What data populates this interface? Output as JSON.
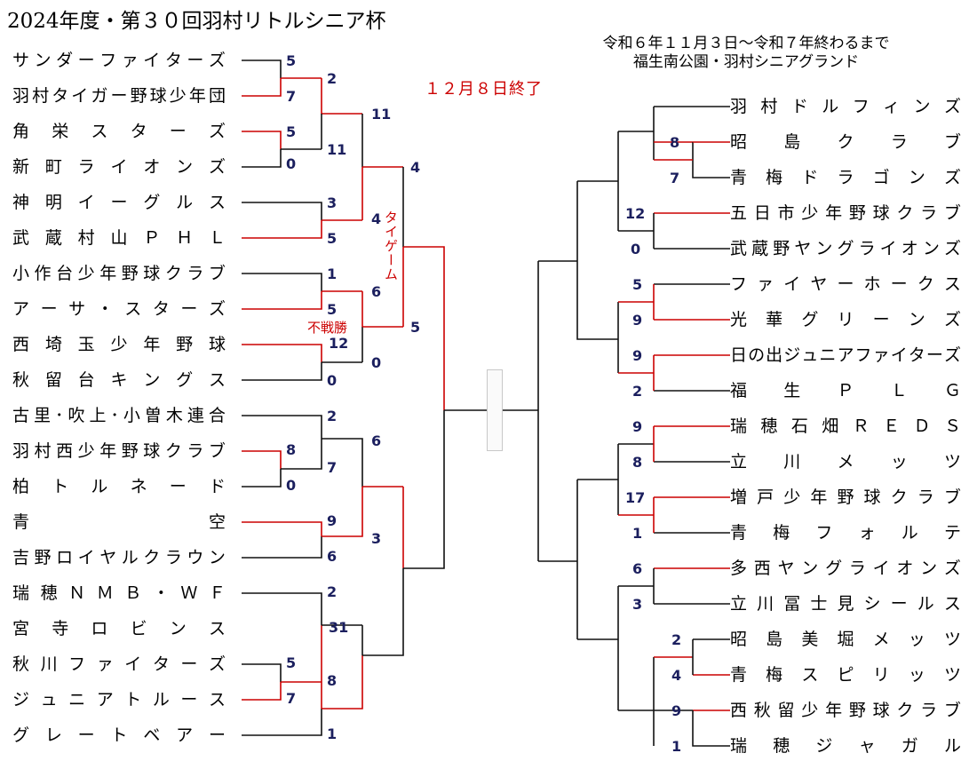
{
  "title": "2024年度・第３０回羽村リトルシニア杯",
  "dates": "令和６年１１月３日～令和７年終わるまで",
  "venue": "福生南公園・羽村シニアグランド",
  "status": "１２月８日終了",
  "notes": {
    "tiegame": "タイゲーム",
    "forfeit": "不戦勝"
  },
  "colors": {
    "line": "#111111",
    "win": "#cc0000",
    "score": "#1b1f5e"
  },
  "left_teams": [
    "サンダーファイターズ",
    "羽村タイガー野球少年団",
    "角栄スターズ",
    "新町ライオンズ",
    "神明イーグルス",
    "武蔵村山ＰＨＬ",
    "小作台少年野球クラブ",
    "アーサ・スターズ",
    "西埼玉少年野球",
    "秋留台キングス",
    "古里･吹上･小曽木連合",
    "羽村西少年野球クラブ",
    "柏トルネード",
    "青空",
    "吉野ロイヤルクラウン",
    "瑞穂ＮＭＢ・ＷＦ",
    "宮寺ロビンス",
    "秋川ファイターズ",
    "ジュニアトルース",
    "グレートベアー"
  ],
  "right_teams": [
    "羽村ドルフィンズ",
    "昭島クラブ",
    "青梅ドラゴンズ",
    "五日市少年野球クラブ",
    "武蔵野ヤングライオンズ",
    "ファイヤーホークス",
    "光華グリーンズ",
    "日の出ジュニアファイターズ",
    "福生ＰＬＧ",
    "瑞穂石畑ＲＥＤＳ",
    "立川メッツ",
    "増戸少年野球クラブ",
    "青梅フォルテ",
    "多西ヤングライオンズ",
    "立川冨士見シールス",
    "昭島美堀メッツ",
    "青梅スピリッツ",
    "西秋留少年野球クラブ",
    "瑞穂ジャガル"
  ],
  "scores": [
    {
      "t": "5"
    },
    {
      "t": "7"
    },
    {
      "t": "2"
    },
    {
      "t": "11"
    },
    {
      "t": "0"
    },
    {
      "t": "5"
    },
    {
      "t": "11"
    },
    {
      "t": "4"
    },
    {
      "t": "3"
    },
    {
      "t": "5"
    },
    {
      "t": "4"
    },
    {
      "t": "1"
    },
    {
      "t": "5"
    },
    {
      "t": "6"
    },
    {
      "t": "12"
    },
    {
      "t": "0"
    },
    {
      "t": "0"
    },
    {
      "t": "5"
    },
    {
      "t": "2"
    },
    {
      "t": "8"
    },
    {
      "t": "0"
    },
    {
      "t": "7"
    },
    {
      "t": "6"
    },
    {
      "t": "9"
    },
    {
      "t": "6"
    },
    {
      "t": "3"
    },
    {
      "t": "2"
    },
    {
      "t": "31"
    },
    {
      "t": "5"
    },
    {
      "t": "7"
    },
    {
      "t": "8"
    },
    {
      "t": "1"
    },
    {
      "t": "8"
    },
    {
      "t": "7"
    },
    {
      "t": "12"
    },
    {
      "t": "0"
    },
    {
      "t": "5"
    },
    {
      "t": "9"
    },
    {
      "t": "9"
    },
    {
      "t": "2"
    },
    {
      "t": "9"
    },
    {
      "t": "8"
    },
    {
      "t": "17"
    },
    {
      "t": "1"
    },
    {
      "t": "6"
    },
    {
      "t": "3"
    },
    {
      "t": "2"
    },
    {
      "t": "4"
    },
    {
      "t": "9"
    },
    {
      "t": "1"
    }
  ]
}
